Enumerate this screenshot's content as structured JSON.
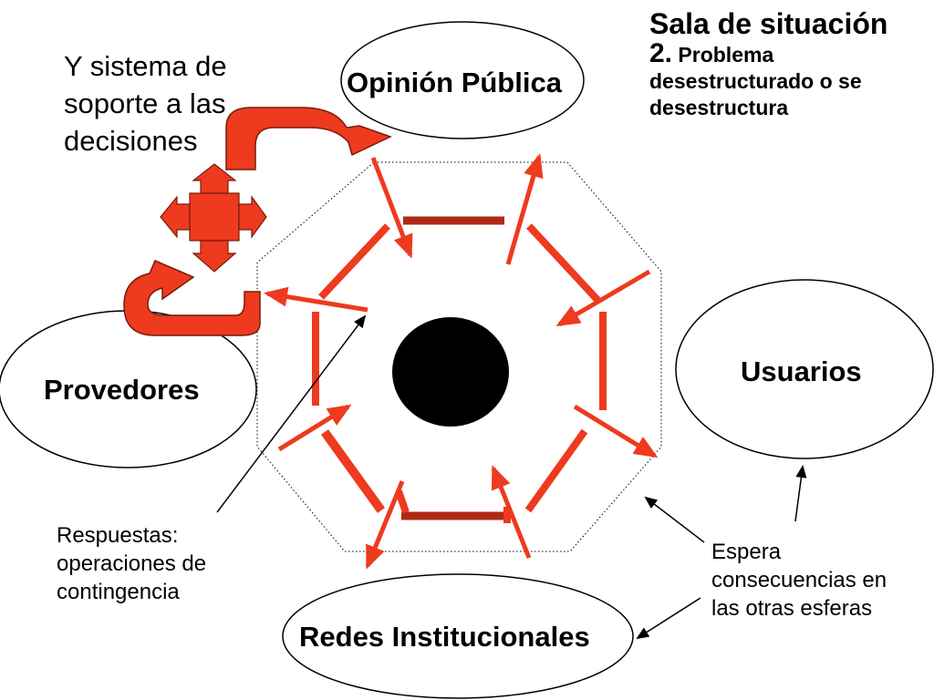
{
  "title": {
    "line1": "Sala de situación",
    "num": "2.",
    "rest": "Problema desestructurado o se desestructura"
  },
  "nodes": {
    "opinion": "Opinión Pública",
    "usuarios": "Usuarios",
    "provedores": "Provedores",
    "redes": "Redes Institucionales"
  },
  "notes": {
    "decision_support": "Y sistema de soporte a las decisiones",
    "respuestas": "Respuestas: operaciones de contingencia",
    "espera": "Espera consecuencias en las otras esferas"
  },
  "colors": {
    "accent": "#ee3a1e",
    "stroke": "#000000"
  }
}
